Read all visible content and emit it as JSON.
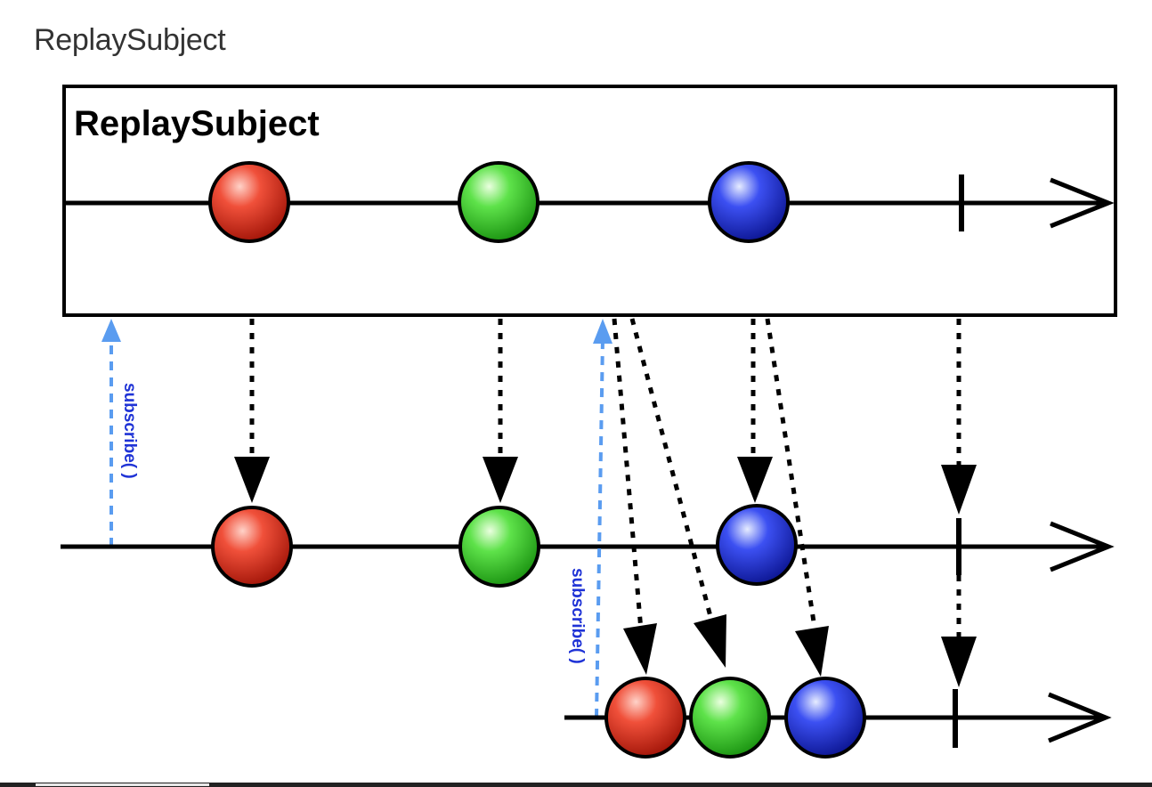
{
  "heading": "ReplaySubject",
  "subject_label": "ReplaySubject",
  "subscribe_label": "subscribe( )",
  "colors": {
    "red": "#e0281a",
    "green": "#38d42a",
    "blue": "#1a2ee0",
    "subscribe_arrow": "#5a9cf0",
    "subscribe_text": "#1f33d6",
    "line": "#000000"
  },
  "emissions": [
    {
      "name": "red-marble",
      "color": "red"
    },
    {
      "name": "green-marble",
      "color": "green"
    },
    {
      "name": "blue-marble",
      "color": "blue"
    }
  ]
}
